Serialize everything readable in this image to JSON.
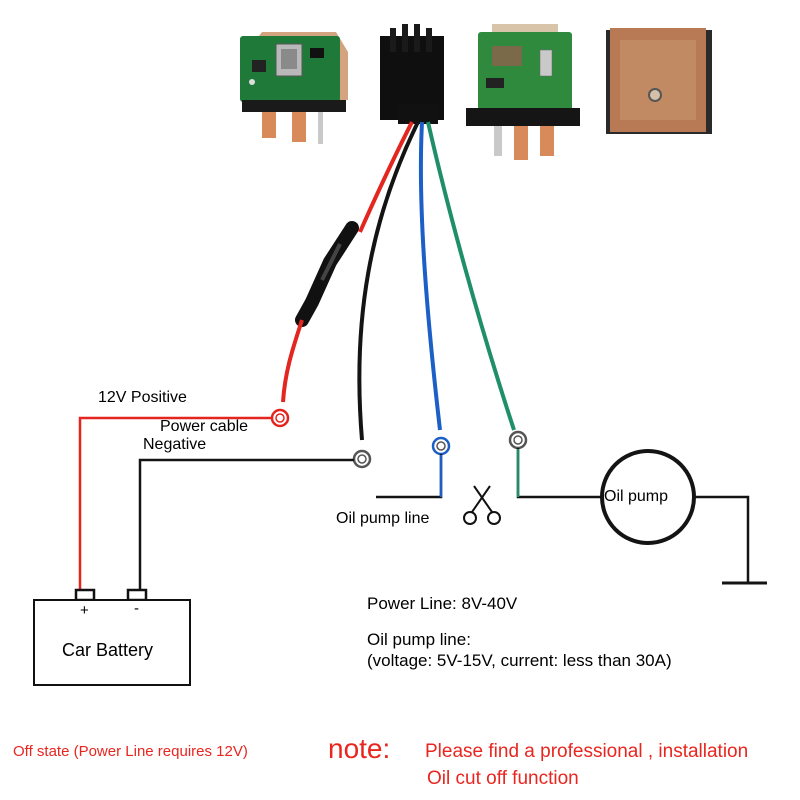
{
  "labels": {
    "positive": "12V Positive",
    "power_cable": "Power cable",
    "negative": "Negative",
    "oil_pump_line": "Oil pump line",
    "oil_pump": "Oil pump",
    "car_battery": "Car Battery",
    "plus": "+",
    "minus": "-"
  },
  "specs": {
    "power_line": "Power Line: 8V-40V",
    "oil_pump_title": "Oil pump line:",
    "oil_pump_detail": "(voltage: 5V-15V, current: less than 30A)"
  },
  "footer": {
    "off_state": "Off state (Power Line requires 12V)",
    "note": "note:",
    "note_line1": "Please find a professional ,  installation",
    "note_line2": "Oil cut off function"
  },
  "colors": {
    "red_wire": "#e3261f",
    "black_wire": "#141414",
    "blue_wire": "#1b5fc7",
    "green_wire": "#1f8f6a",
    "note_red": "#e8261f",
    "pcb_green": "#1f7a3a",
    "copper": "#c8825a"
  }
}
